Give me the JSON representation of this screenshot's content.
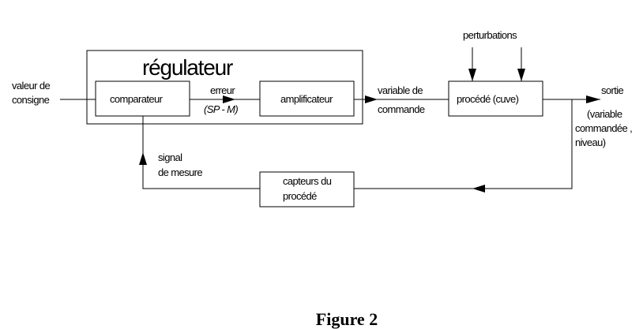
{
  "diagram": {
    "title": "régulateur",
    "blocks": {
      "comparateur": "comparateur",
      "amplificateur": "amplificateur",
      "procede": "procédé (cuve)",
      "capteurs_line1": "capteurs du",
      "capteurs_line2": "procédé"
    },
    "labels": {
      "valeur_line1": "valeur de",
      "valeur_line2": "consigne",
      "erreur": "erreur",
      "erreur_expr_open": "(",
      "erreur_expr_sp": "SP",
      "erreur_expr_dash": " - ",
      "erreur_expr_m": "M",
      "erreur_expr_close": ")",
      "variable_line1": "variable de",
      "variable_line2": "commande",
      "perturbations": "perturbations",
      "sortie": "sortie",
      "sortie_detail_line1": "(variable",
      "sortie_detail_line2": "commandée ,",
      "sortie_detail_line3": "niveau)",
      "signal_line1": "signal",
      "signal_line2": "de mesure"
    },
    "caption": "Figure 2"
  }
}
